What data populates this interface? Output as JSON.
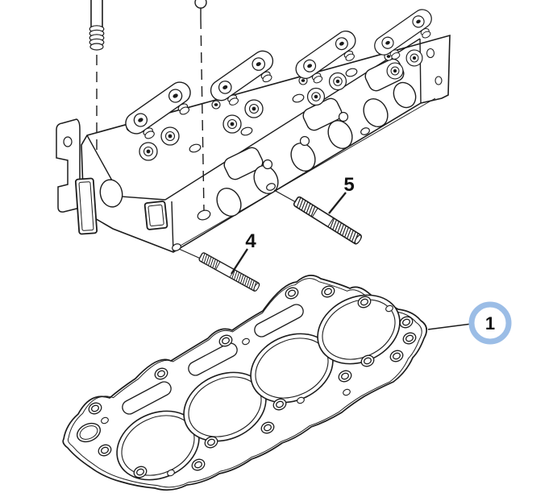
{
  "diagram": {
    "type": "exploded-parts-diagram",
    "subject": "engine cylinder head, head gasket and studs",
    "palette": {
      "background": "#ffffff",
      "line": "#1c1c1c",
      "callout_ring": "#9bbde6",
      "label_text": "#111111"
    },
    "callouts": {
      "c1": {
        "label": "1",
        "style": "circled-highlight"
      },
      "c4": {
        "label": "4",
        "style": "plain"
      },
      "c5": {
        "label": "5",
        "style": "plain"
      }
    },
    "parts": [
      {
        "callout": "1",
        "icon": "head-gasket-drawing"
      },
      {
        "callout": "4",
        "icon": "threaded-stud-drawing"
      },
      {
        "callout": "5",
        "icon": "threaded-stud-drawing"
      }
    ]
  }
}
